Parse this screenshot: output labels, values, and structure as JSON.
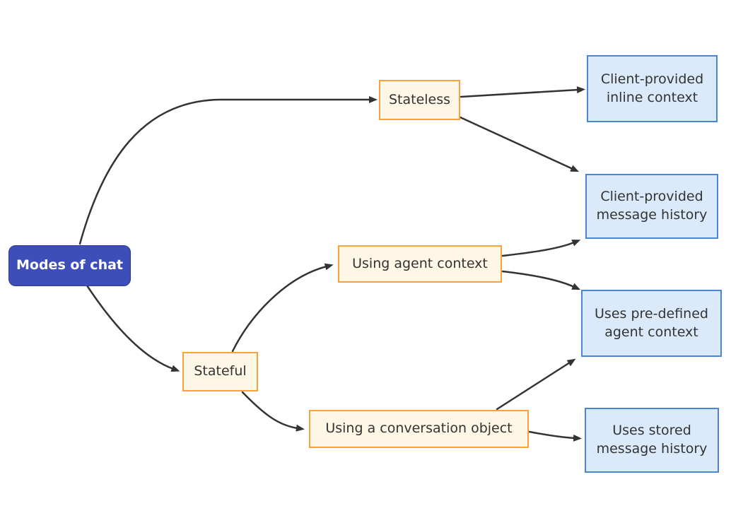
{
  "diagram": {
    "type": "flowchart-left-to-right",
    "nodes": {
      "root": {
        "label": "Modes of chat"
      },
      "stateless": {
        "label": "Stateless"
      },
      "stateful": {
        "label": "Stateful"
      },
      "agent_context": {
        "label": "Using agent context"
      },
      "conversation_object": {
        "label": "Using a conversation object"
      },
      "inline_context": {
        "label": "Client-provided\ninline context"
      },
      "message_history": {
        "label": "Client-provided\nmessage history"
      },
      "predefined_context": {
        "label": "Uses pre-defined\nagent context"
      },
      "stored_history": {
        "label": "Uses stored\nmessage history"
      }
    },
    "edges": [
      {
        "from": "root",
        "to": "stateless"
      },
      {
        "from": "root",
        "to": "stateful"
      },
      {
        "from": "stateless",
        "to": "inline_context"
      },
      {
        "from": "stateless",
        "to": "message_history"
      },
      {
        "from": "stateful",
        "to": "agent_context"
      },
      {
        "from": "stateful",
        "to": "conversation_object"
      },
      {
        "from": "agent_context",
        "to": "message_history"
      },
      {
        "from": "agent_context",
        "to": "predefined_context"
      },
      {
        "from": "conversation_object",
        "to": "predefined_context"
      },
      {
        "from": "conversation_object",
        "to": "stored_history"
      }
    ],
    "colors": {
      "root_fill": "#3E4EB8",
      "root_border": "#2F3895",
      "root_text": "#FFFFFF",
      "branch_fill": "#FEF7E6",
      "branch_border": "#F9A23B",
      "leaf_fill": "#DBEAFB",
      "leaf_border": "#4A86D5",
      "edge": "#333333",
      "node_text": "#333333",
      "background": "#FFFFFF"
    }
  }
}
